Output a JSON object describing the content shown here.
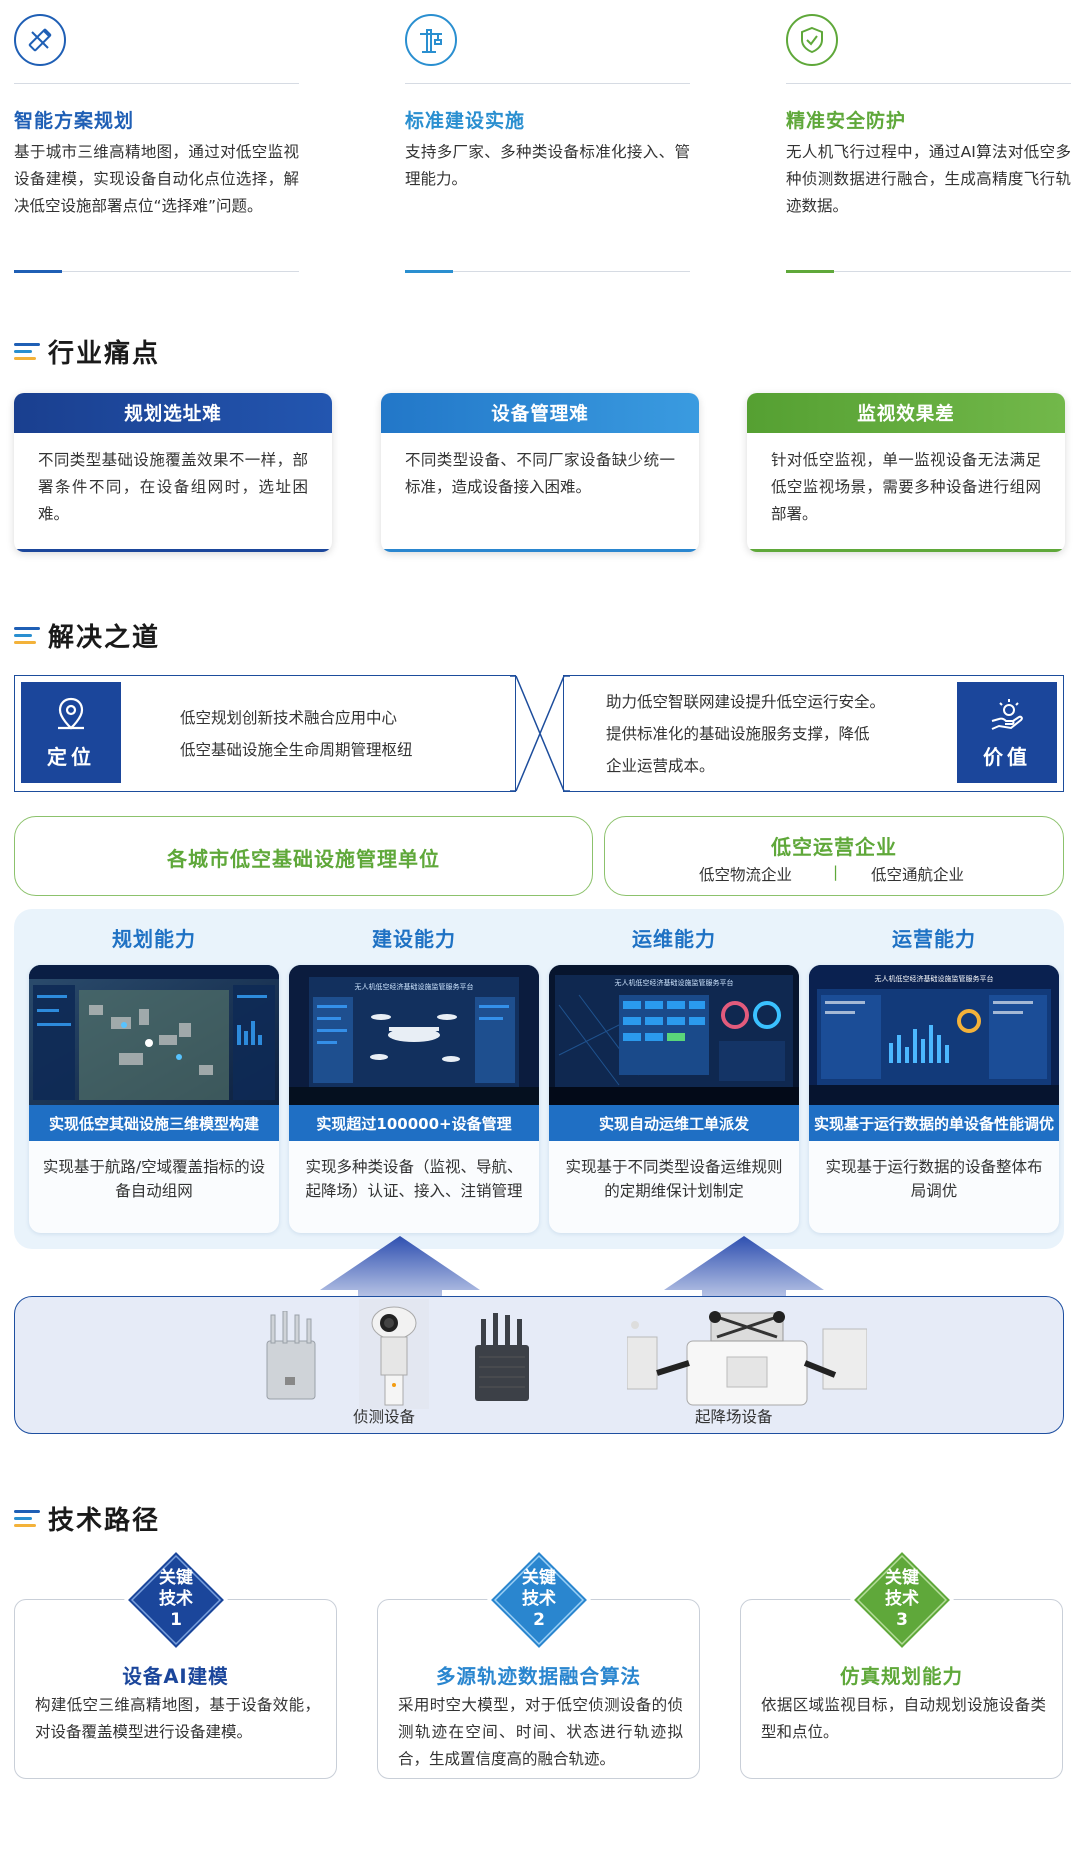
{
  "features": [
    {
      "icon": "ruler-pencil-icon",
      "title": "智能方案规划",
      "desc": "基于城市三维高精地图，通过对低空监视设备建模，实现设备自动化点位选择，解决低空设施部署点位“选择难”问题。",
      "color": "#1f5fb5"
    },
    {
      "icon": "crane-icon",
      "title": "标准建设实施",
      "desc": "支持多厂家、多种类设备标准化接入、管理能力。",
      "color": "#2a8fd0"
    },
    {
      "icon": "shield-check-icon",
      "title": "精准安全防护",
      "desc": "无人机飞行过程中，通过AI算法对低空多种侦测数据进行融合，生成高精度飞行轨迹数据。",
      "color": "#5fa83a"
    }
  ],
  "sections": {
    "pain": "行业痛点",
    "solution": "解决之道",
    "tech": "技术路径"
  },
  "pains": [
    {
      "title": "规划选址难",
      "desc": "不同类型基础设施覆盖效果不一样，部署条件不同，在设备组网时，选址困难。",
      "color": "#1b469b"
    },
    {
      "title": "设备管理难",
      "desc": "不同类型设备、不同厂家设备缺少统一标准，造成设备接入困难。",
      "color": "#2a86cf"
    },
    {
      "title": "监视效果差",
      "desc": "针对低空监视，单一监视设备无法满足低空监视场景，需要多种设备进行组网部署。",
      "color": "#5fa83a"
    }
  ],
  "positioning": {
    "left_label": "定位",
    "left_icon": "location-pin-icon",
    "left_lines": [
      "低空规划创新技术融合应用中心",
      "低空基础设施全生命周期管理枢纽"
    ],
    "right_label": "价值",
    "right_icon": "hand-value-icon",
    "right_lines": [
      "助力低空智联网建设提升低空运行安全。",
      "提供标准化的基础设施服务支撑，降低",
      "企业运营成本。"
    ]
  },
  "stakeholders": {
    "left": "各城市低空基础设施管理单位",
    "right_title": "低空运营企业",
    "right_items": [
      "低空物流企业",
      "低空通航企业"
    ],
    "separator": "|"
  },
  "capabilities": [
    {
      "title": "规划能力",
      "bar": "实现低空其础设施三维模型构建",
      "desc": "实现基于航路/空域覆盖指标的设备自动组网",
      "screen_title": ""
    },
    {
      "title": "建设能力",
      "bar": "实现超过100000+设备管理",
      "desc": "实现多种类设备（监视、导航、起降场）认证、接入、注销管理",
      "screen_title": "无人机低空经济基础设施监管服务平台"
    },
    {
      "title": "运维能力",
      "bar": "实现自动运维工单派发",
      "desc": "实现基于不同类型设备运维规则的定期维保计划制定",
      "screen_title": "无人机低空经济基础设施监管服务平台"
    },
    {
      "title": "运营能力",
      "bar": "实现基于运行数据的单设备性能调优",
      "desc": "实现基于运行数据的设备整体布局调优",
      "screen_title": "无人机低空经济基础设施监管服务平台"
    }
  ],
  "equipment": {
    "detect_label": "侦测设备",
    "pad_label": "起降场设备"
  },
  "tech": [
    {
      "badge": [
        "关键",
        "技术",
        "1"
      ],
      "title": "设备AI建模",
      "desc": "构建低空三维高精地图，基于设备效能，对设备覆盖模型进行设备建模。",
      "color": "#1b469b"
    },
    {
      "badge": [
        "关键",
        "技术",
        "2"
      ],
      "title": "多源轨迹数据融合算法",
      "desc": "采用时空大模型，对于低空侦测设备的侦测轨迹在空间、时间、状态进行轨迹拟合，生成置信度高的融合轨迹。",
      "color": "#2a86cf"
    },
    {
      "badge": [
        "关键",
        "技术",
        "3"
      ],
      "title": "仿真规划能力",
      "desc": "依据区域监视目标，自动规划设施设备类型和点位。",
      "color": "#5fa83a"
    }
  ]
}
